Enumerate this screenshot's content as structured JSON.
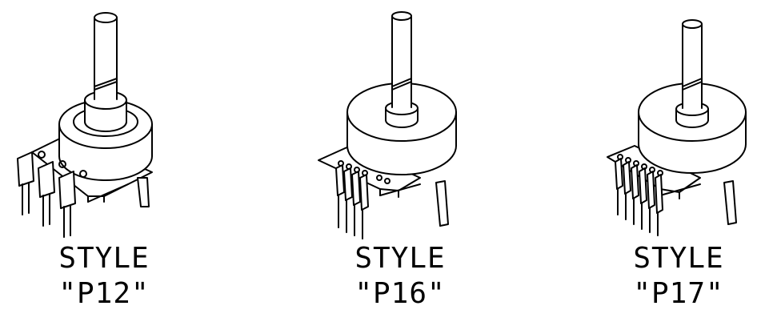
{
  "figures": [
    {
      "style_label": "STYLE",
      "code_label": "\"P12\""
    },
    {
      "style_label": "STYLE",
      "code_label": "\"P16\""
    },
    {
      "style_label": "STYLE",
      "code_label": "\"P17\""
    }
  ]
}
